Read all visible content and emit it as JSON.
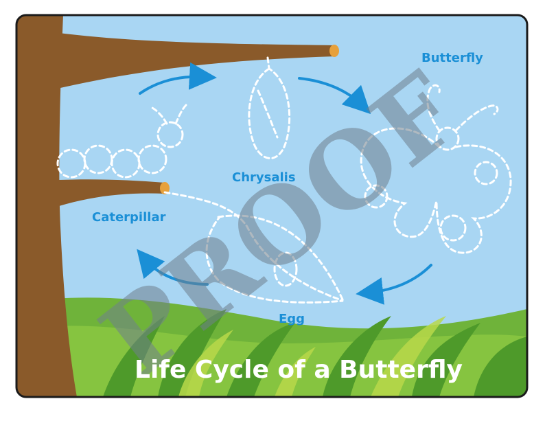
{
  "title": "Life Cycle of a Butterfly",
  "watermark": "PROOF",
  "stages": {
    "butterfly": "Butterfly",
    "chrysalis": "Chrysalis",
    "caterpillar": "Caterpillar",
    "egg": "Egg"
  },
  "colors": {
    "sky": "#a9d6f3",
    "grass": "#7dbb3c",
    "trunk": "#8a5a2a",
    "label": "#1a8fd6",
    "arrow": "#1a8fd6"
  }
}
